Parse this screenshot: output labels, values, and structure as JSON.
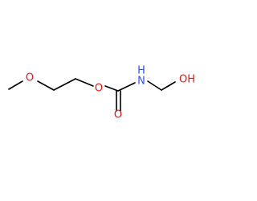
{
  "molecule": {
    "atoms": {
      "methoxy_o": {
        "symbol": "O",
        "color": "#ff0d0d"
      },
      "ester_o": {
        "symbol": "O",
        "color": "#ff0d0d"
      },
      "carbonyl_o": {
        "symbol": "O",
        "color": "#ff0d0d"
      },
      "amine_n": {
        "symbol": "H",
        "color": "#3050f8"
      },
      "nh_n": {
        "symbol": "N",
        "color": "#3050f8"
      },
      "hydroxyl": {
        "symbol": "OH",
        "color": "#ff0d0d"
      }
    },
    "bond_color": "#000000"
  }
}
